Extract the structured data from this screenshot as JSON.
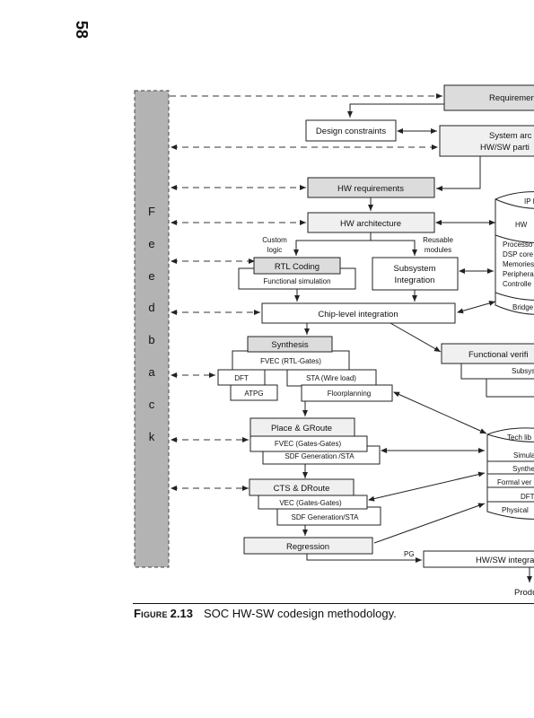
{
  "page_number": "58",
  "feedback_letters": [
    "F",
    "e",
    "e",
    "d",
    "b",
    "a",
    "c",
    "k"
  ],
  "nodes": {
    "requirements": "Requirement",
    "design_constraints": "Design constraints",
    "system_arch_1": "System arc",
    "system_arch_2": "HW/SW parti",
    "hw_requirements": "HW requirements",
    "hw_architecture": "HW architecture",
    "custom_logic_1": "Custom",
    "custom_logic_2": "logic",
    "reusable_1": "Reusable",
    "reusable_2": "modules",
    "rtl_coding": "RTL Coding",
    "functional_simulation": "Functional simulation",
    "subsystem_integration_1": "Subsystem",
    "subsystem_integration_2": "Integration",
    "chip_level_integration": "Chip-level integration",
    "synthesis": "Synthesis",
    "fvec_rtl": "FVEC (RTL-Gates)",
    "dft": "DFT",
    "atpg": "ATPG",
    "sta_wire": "STA (Wire load)",
    "floorplanning": "Floorplanning",
    "functional_verification": "Functional verifi",
    "subsys_partial": "Subsys",
    "place_groute": "Place & GRoute",
    "fvec_gates": "FVEC (Gates-Gates)",
    "sdf_sta_1": "SDF Generation /STA",
    "cts_droute": "CTS & DRoute",
    "vec_gates": "VEC (Gates-Gates)",
    "sdf_sta_2": "SDF Generation/STA",
    "regression": "Regression",
    "pg": "PG",
    "hw_sw_integration": "HW/SW integra",
    "production": "Produ"
  },
  "ip_library": [
    "IP l",
    "HW",
    "Processo",
    "DSP core",
    "Memories",
    "Periphera",
    "Controlle",
    "Bridge"
  ],
  "tech_library": [
    "Tech lib",
    "Simula",
    "Synthe",
    "Formal ver",
    "DFT",
    "Physical"
  ],
  "caption": {
    "label": "Figure",
    "number": "2.13",
    "text": "SOC HW-SW codesign methodology."
  }
}
